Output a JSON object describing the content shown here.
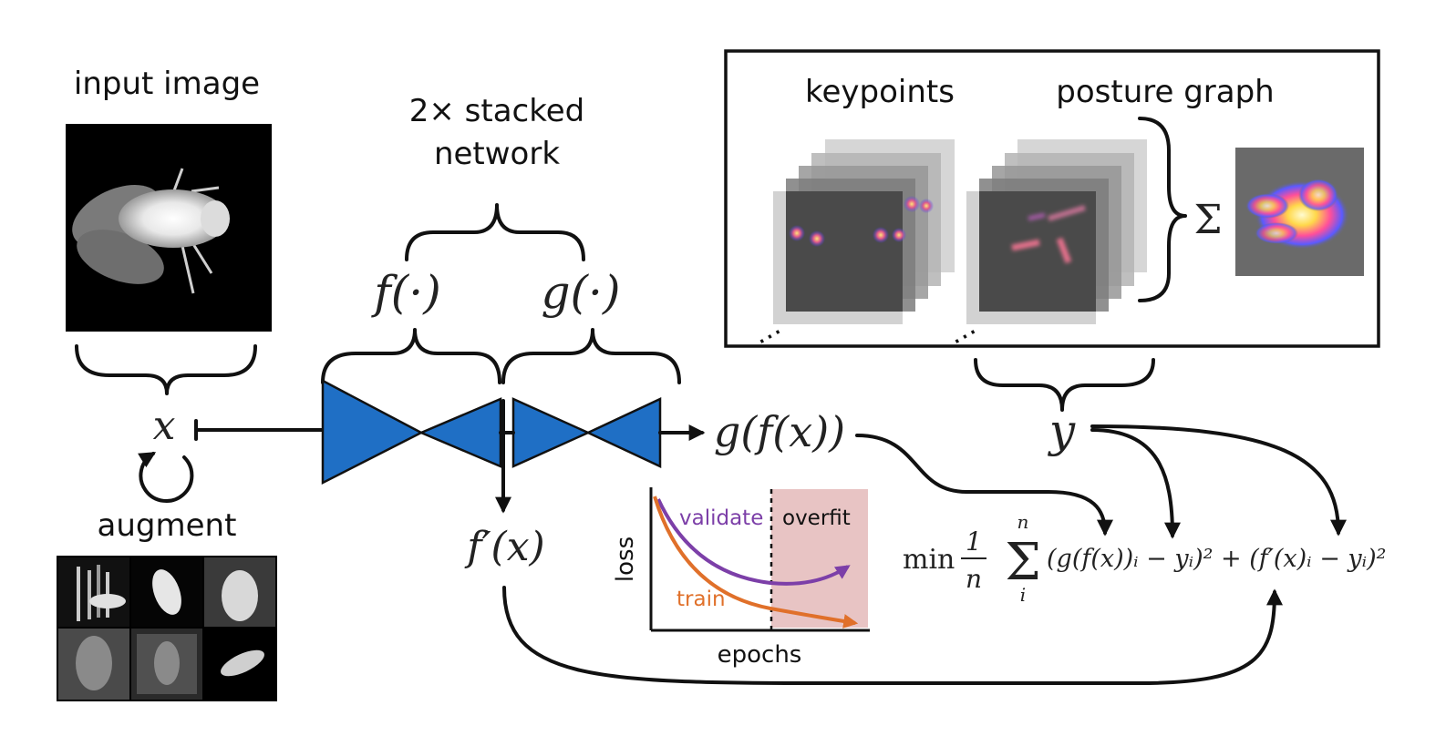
{
  "labels": {
    "input_image": "input image",
    "stacked_line1": "2× stacked",
    "stacked_line2": "network",
    "augment": "augment",
    "keypoints": "keypoints",
    "posture_graph": "posture graph",
    "sigma": "Σ",
    "x": "x",
    "f": "f(·)",
    "g": "g(·)",
    "gfx": "g(f(x))",
    "fprime": "f′(x)",
    "y": "y"
  },
  "loss_chart": {
    "validate": "validate",
    "overfit": "overfit",
    "train": "train",
    "ylabel": "loss",
    "xlabel": "epochs"
  },
  "formula": {
    "min": "min",
    "num": "1",
    "den": "n",
    "sum_top": "n",
    "sum": "Σ",
    "sum_bottom": "i",
    "body": "(g(f(x))ᵢ − yᵢ)² + (f′(x)ᵢ − yᵢ)²"
  },
  "colors": {
    "network": "#1f6fc5",
    "validate": "#7c3fa8",
    "train": "#e0702a",
    "overfit_region": "#e8c4c4"
  }
}
